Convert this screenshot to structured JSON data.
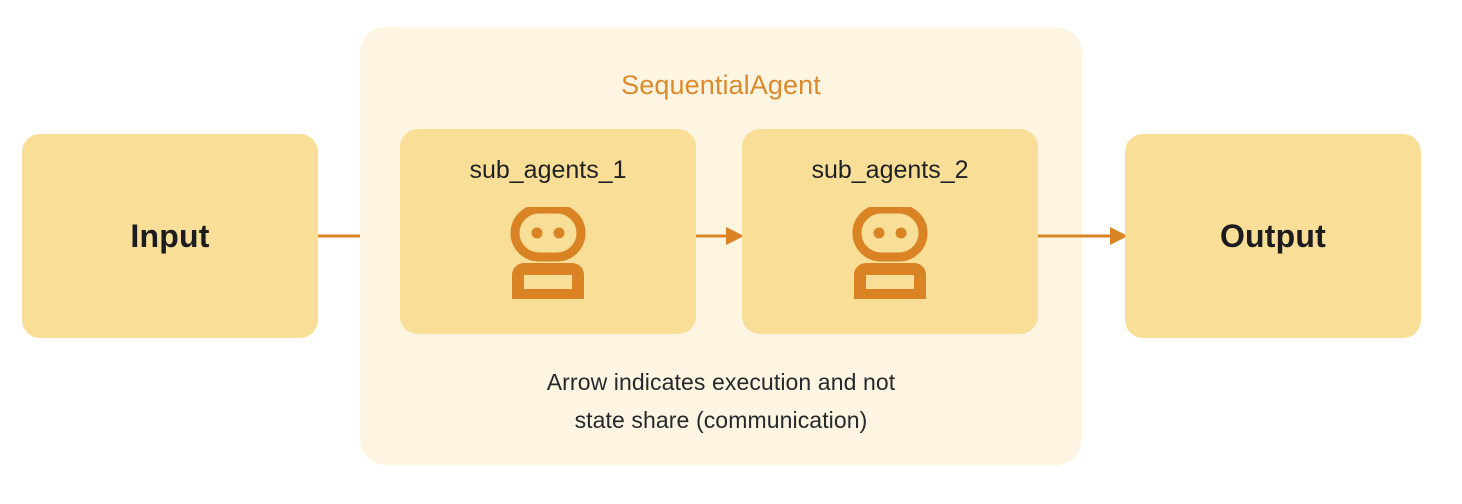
{
  "diagram": {
    "type": "sequential-agent-flow",
    "colors": {
      "canvas": "#FFFFFF",
      "container_bg": "#FDF5E2",
      "card_bg": "#F8DE96",
      "accent_orange": "#DB8A2E",
      "arrow": "#D98324",
      "text_dark": "#1F2124"
    },
    "container": {
      "title": "SequentialAgent"
    },
    "nodes": [
      {
        "id": "input",
        "label": "Input",
        "kind": "endpoint"
      },
      {
        "id": "sub1",
        "label": "sub_agents_1",
        "kind": "sub-agent",
        "icon": "robot-icon"
      },
      {
        "id": "sub2",
        "label": "sub_agents_2",
        "kind": "sub-agent",
        "icon": "robot-icon"
      },
      {
        "id": "output",
        "label": "Output",
        "kind": "endpoint"
      }
    ],
    "edges": [
      {
        "id": "arrow-1",
        "from": "input",
        "to": "sub1",
        "style": "solid-arrow"
      },
      {
        "id": "arrow-2",
        "from": "sub1",
        "to": "sub2",
        "style": "solid-arrow"
      },
      {
        "id": "arrow-3",
        "from": "sub2",
        "to": "output",
        "style": "solid-arrow"
      }
    ],
    "caption": {
      "line1": "Arrow indicates execution and not",
      "line2": "state share (communication)"
    }
  }
}
